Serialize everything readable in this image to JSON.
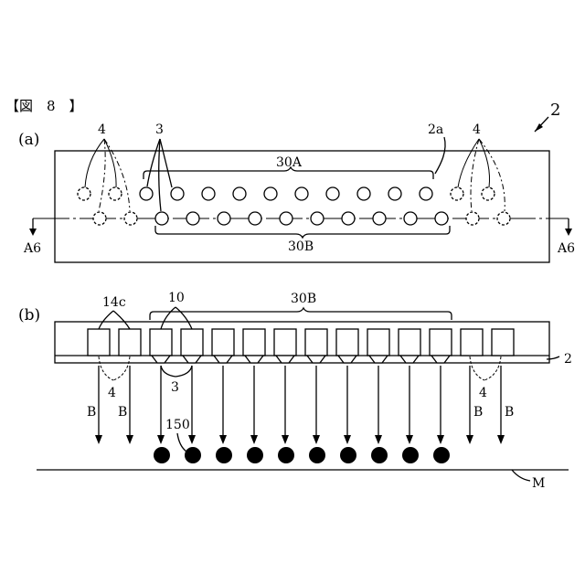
{
  "figure_label": "【図　8　】",
  "ref_numeral_top": "2",
  "part_a": {
    "label": "(a)",
    "ref_2a": "2a",
    "ref_3": "3",
    "ref_4_left": "4",
    "ref_4_right": "4",
    "group_upper": "30A",
    "group_lower": "30B",
    "section_left": "A6",
    "section_right": "A6"
  },
  "part_b": {
    "label": "(b)",
    "ref_14c": "14c",
    "ref_10": "10",
    "group": "30B",
    "ref_2": "2",
    "ref_4_left": "4",
    "ref_4_right": "4",
    "ref_3": "3",
    "arrow_B_labels": [
      "B",
      "B",
      "B",
      "B"
    ],
    "ref_150": "150",
    "ref_M": "M"
  }
}
